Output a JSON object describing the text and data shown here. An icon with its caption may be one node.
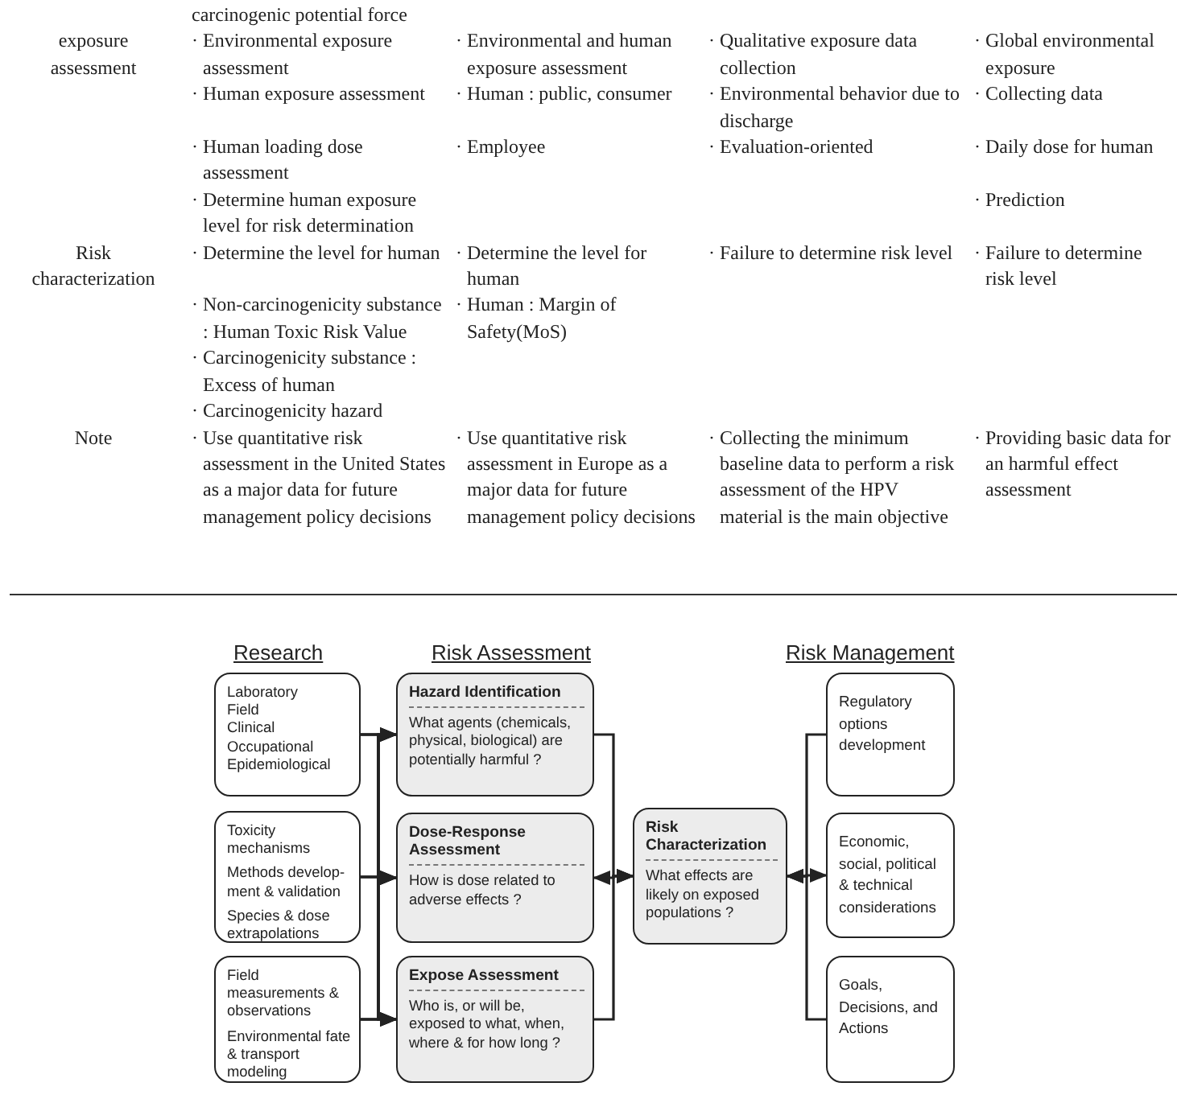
{
  "diagram": {
    "nodes": [
      {
        "text": [
          "Laboratory",
          "Field",
          "Clinical",
          "Occupational",
          "Epidemiological"
        ]
      },
      {
        "text": [
          "Toxicity mechanisms",
          "Methods develop-ment & validation",
          "Species & dose extrapolations"
        ]
      },
      {
        "text": [
          "Field measurements & observations",
          "Environmental fate & transport modeling"
        ]
      },
      {
        "text": [
          "Hazard Identification",
          "What agents (chemicals, physical, biological) are potentially harmful ?"
        ]
      },
      {
        "text": [
          "Dose-Response Assessment",
          "How is dose related to adverse effects ?"
        ]
      },
      {
        "text": [
          "Expose Assessment",
          "Who is, or will be, exposed to what, when, where & for how long ?"
        ]
      },
      {
        "text": [
          "Risk Characterization",
          "What effects are likely on exposed populations ?"
        ]
      },
      {
        "text": [
          "Regulatory options development"
        ]
      },
      {
        "text": [
          "Economic, social, political & technical considerations"
        ]
      },
      {
        "text": [
          "Goals, Decisions, and Actions"
        ]
      }
    ],
    "edges": [
      {
        "from": 0,
        "to": 3,
        "arrow": "to"
      },
      {
        "from": 0,
        "to": 4,
        "arrow": "to"
      },
      {
        "from": 0,
        "to": 5,
        "arrow": "to"
      },
      {
        "from": 1,
        "to": 3,
        "arrow": "to"
      },
      {
        "from": 1,
        "to": 4,
        "arrow": "to"
      },
      {
        "from": 1,
        "to": 5,
        "arrow": "to"
      },
      {
        "from": 2,
        "to": 3,
        "arrow": "to"
      },
      {
        "from": 2,
        "to": 4,
        "arrow": "to"
      },
      {
        "from": 2,
        "to": 5,
        "arrow": "to"
      },
      {
        "from": 3,
        "to": 6,
        "arrow": "to"
      },
      {
        "from": 4,
        "to": 6,
        "arrow": "both"
      },
      {
        "from": 5,
        "to": 6,
        "arrow": "to"
      },
      {
        "from": 6,
        "to": 8,
        "arrow": "both"
      },
      {
        "from": 7,
        "to": 6,
        "arrow": "to"
      },
      {
        "from": 9,
        "to": 6,
        "arrow": "to"
      }
    ],
    "labels": [
      "carcinogenic potential force",
      "exposure assessment",
      "· Environmental exposure assessment",
      "· Environmental and human exposure assessment",
      "· Qualitative exposure data collection",
      "· Global environmental exposure",
      "· Human exposure assessment",
      "· Human : public, consumer",
      "· Environmental behavior due to discharge",
      "· Collecting data",
      "· Human loading dose assessment",
      "· Employee",
      "· Evaluation-oriented",
      "· Daily dose for human",
      "· Determine human exposure level for risk determination",
      "· Prediction",
      "Risk characterization",
      "· Determine the level for human",
      "· Determine the level for human",
      "· Failure to determine risk level",
      "· Failure to determine risk level",
      "· Non-carcinogenicity substance : Human Toxic Risk Value",
      "· Human : Margin of Safety(MoS)",
      "· Carcinogenicity substance : Excess of human",
      "· Carcinogenicity hazard",
      "Note",
      "· Use quantitative risk assessment in the United States as a major data for future management policy decisions",
      "· Use quantitative risk assessment in Europe as a major data for future management policy decisions",
      "· Collecting the minimum baseline data to perform a risk assessment of the HPV material is the main objective",
      "· Providing basic data for an harmful effect assessment",
      "Research",
      "Risk Assessment",
      "Risk Management"
    ]
  }
}
